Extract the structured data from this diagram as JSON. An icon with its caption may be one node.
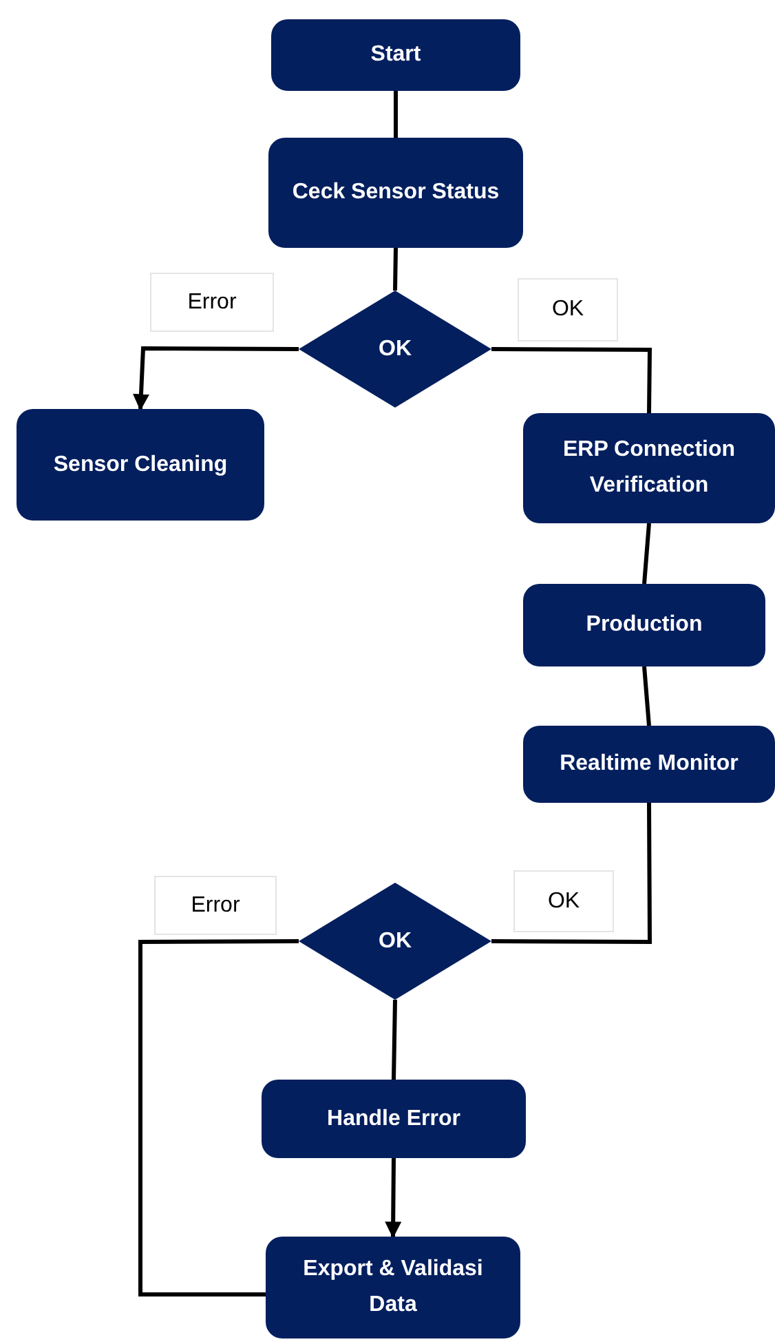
{
  "diagram": {
    "nodes": [
      {
        "text": [
          "Start"
        ]
      },
      {
        "text": [
          "Ceck Sensor Status"
        ]
      },
      {
        "text": [
          "OK"
        ]
      },
      {
        "text": [
          "Sensor Cleaning"
        ]
      },
      {
        "text": [
          "ERP Connection Verification"
        ]
      },
      {
        "text": [
          "Production"
        ]
      },
      {
        "text": [
          "Realtime Monitor"
        ]
      },
      {
        "text": [
          "OK"
        ]
      },
      {
        "text": [
          "Handle Error"
        ]
      },
      {
        "text": [
          "Export & Validasi Data"
        ]
      }
    ],
    "edges": [
      {
        "from": 0,
        "to": 1,
        "arrow": "none"
      },
      {
        "from": 1,
        "to": 2,
        "arrow": "none"
      },
      {
        "from": 2,
        "to": 3,
        "arrow": "to",
        "label": "Error"
      },
      {
        "from": 2,
        "to": 4,
        "arrow": "none",
        "label": "OK"
      },
      {
        "from": 4,
        "to": 5,
        "arrow": "none"
      },
      {
        "from": 5,
        "to": 6,
        "arrow": "none"
      },
      {
        "from": 6,
        "to": 7,
        "arrow": "none",
        "label": "OK"
      },
      {
        "from": 7,
        "to": 8,
        "arrow": "none"
      },
      {
        "from": 8,
        "to": 9,
        "arrow": "to"
      },
      {
        "from": 7,
        "to": 9,
        "arrow": "none",
        "label": "Error"
      }
    ]
  }
}
